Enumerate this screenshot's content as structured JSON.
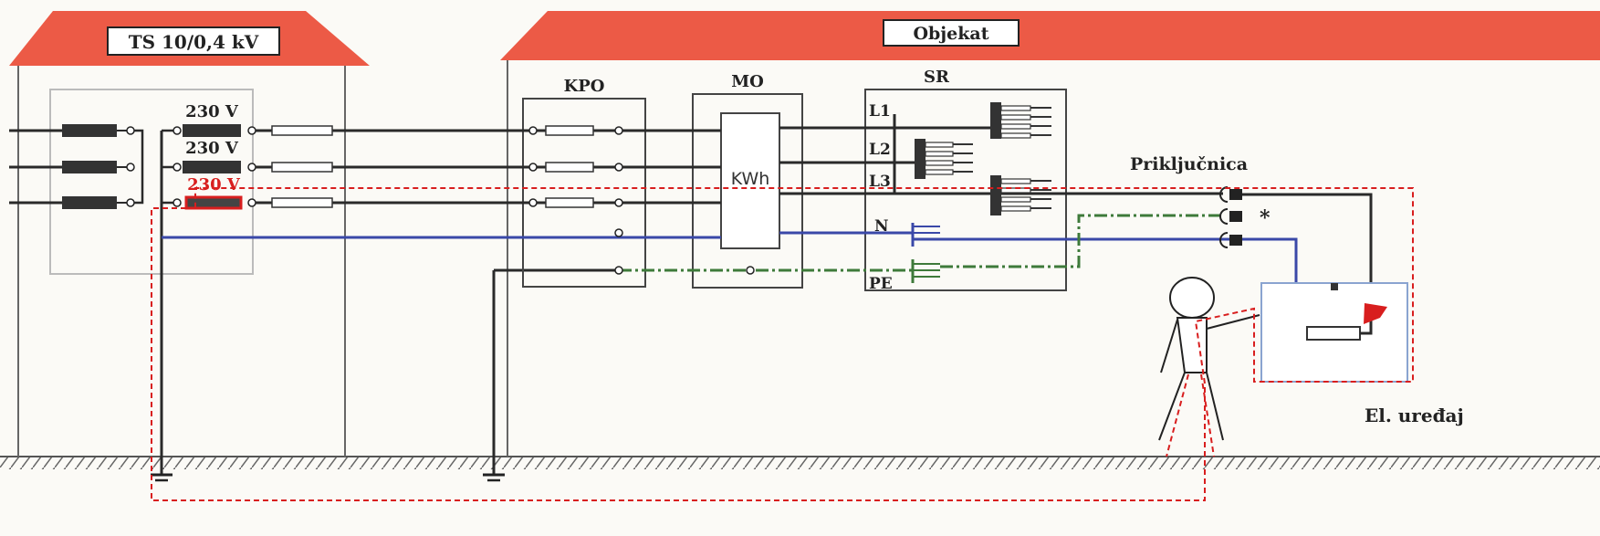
{
  "substation": {
    "title": "TS  10/0,4 kV"
  },
  "building": {
    "title": "Objekat"
  },
  "phase_voltages": [
    "230 V",
    "230 V",
    "230 V"
  ],
  "boxes": {
    "kpo": "KPO",
    "mo": "MO",
    "sr": "SR",
    "meter": "KWh"
  },
  "conductors": [
    "L1",
    "L2",
    "L3",
    "N",
    "PE"
  ],
  "socket": {
    "label": "Priključnica",
    "marker": "*"
  },
  "appliance": {
    "label": "El. uređaj"
  },
  "colors": {
    "roof": "#ec5a46",
    "phase": "#2a2a2a",
    "neutral": "#3a48a8",
    "pe": "#3e7a3a",
    "fault_path": "#d81e1e",
    "ground": "#555555"
  }
}
